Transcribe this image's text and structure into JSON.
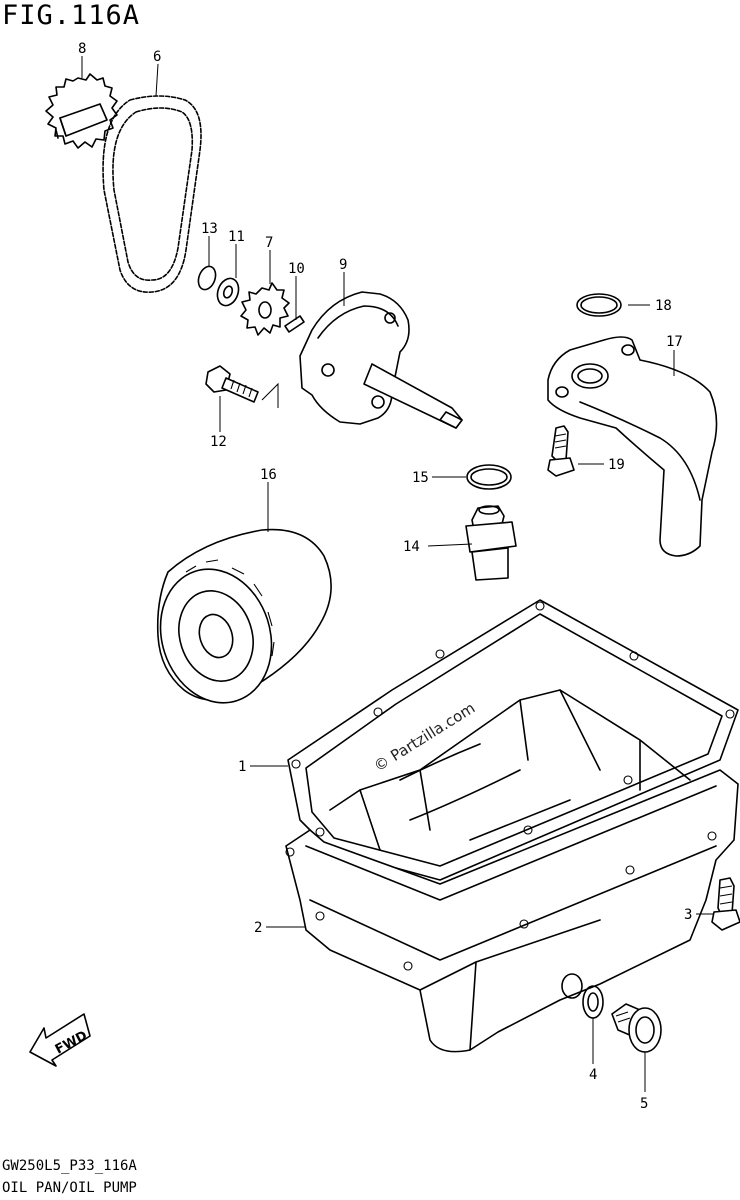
{
  "figure": {
    "title": "FIG.116A",
    "code": "GW250L5_P33_116A",
    "subtitle": "OIL PAN/OIL PUMP",
    "watermark": "© Partzilla.com",
    "fwd_label": "FWD"
  },
  "callouts": [
    {
      "id": "1",
      "label": "1"
    },
    {
      "id": "2",
      "label": "2"
    },
    {
      "id": "3",
      "label": "3"
    },
    {
      "id": "4",
      "label": "4"
    },
    {
      "id": "5",
      "label": "5"
    },
    {
      "id": "6",
      "label": "6"
    },
    {
      "id": "7",
      "label": "7"
    },
    {
      "id": "8",
      "label": "8"
    },
    {
      "id": "9",
      "label": "9"
    },
    {
      "id": "10",
      "label": "10"
    },
    {
      "id": "11",
      "label": "11"
    },
    {
      "id": "12",
      "label": "12"
    },
    {
      "id": "13",
      "label": "13"
    },
    {
      "id": "14",
      "label": "14"
    },
    {
      "id": "15",
      "label": "15"
    },
    {
      "id": "16",
      "label": "16"
    },
    {
      "id": "17",
      "label": "17"
    },
    {
      "id": "18",
      "label": "18"
    },
    {
      "id": "19",
      "label": "19"
    }
  ]
}
